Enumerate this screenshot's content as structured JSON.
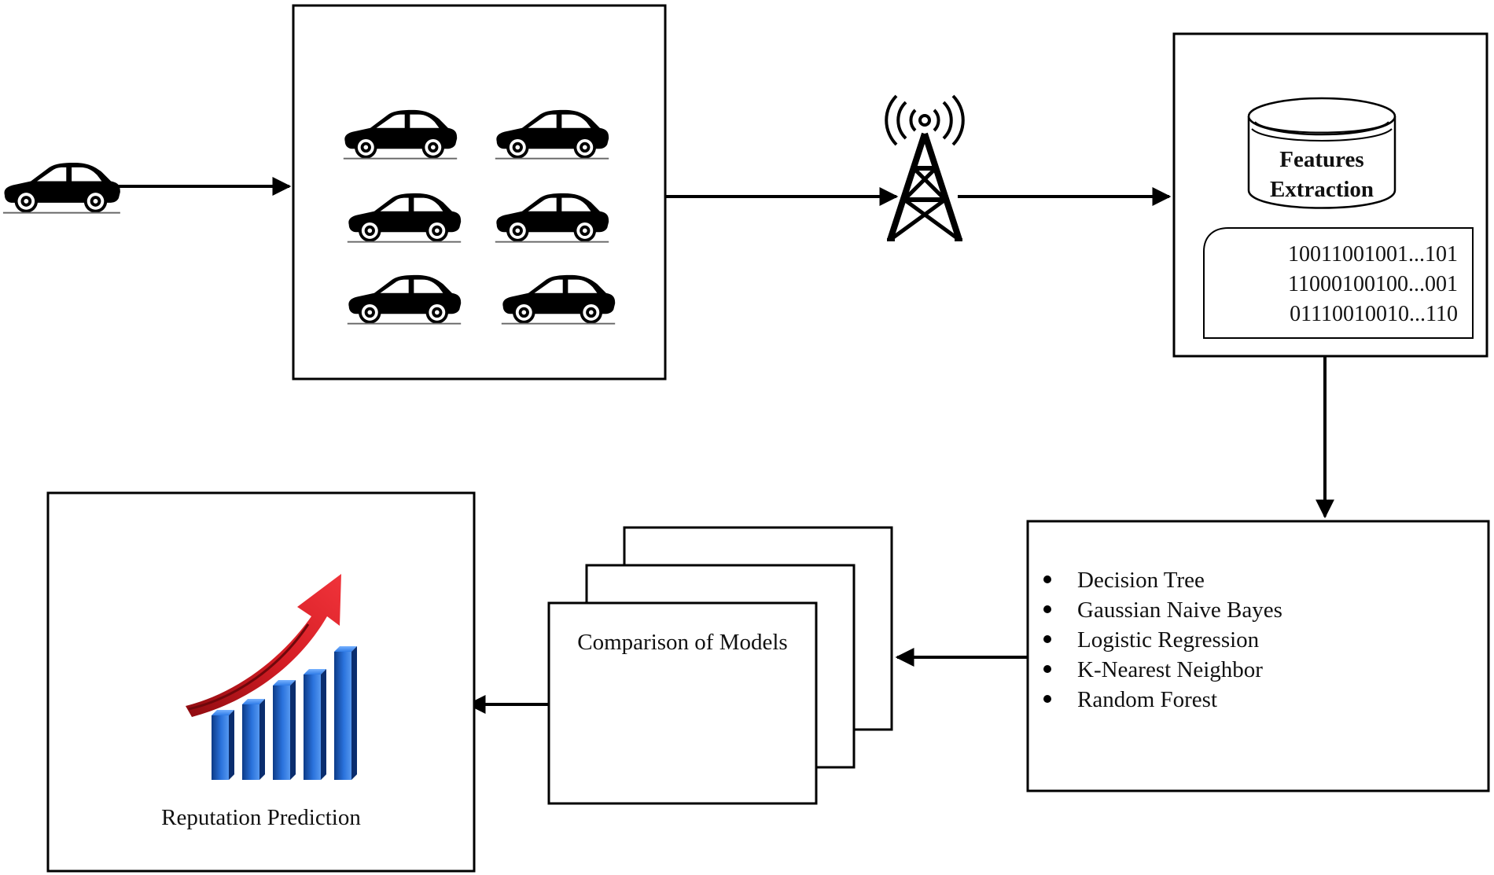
{
  "features": {
    "label_line1": "Features",
    "label_line2": "Extraction",
    "binary_rows": [
      "10011001001...101",
      "11000100100...001",
      "01110010010...110"
    ]
  },
  "models": {
    "items": [
      "Decision Tree",
      "Gaussian Naive Bayes",
      "Logistic Regression",
      "K-Nearest Neighbor",
      "Random Forest"
    ]
  },
  "comparison": {
    "label": "Comparison of Models"
  },
  "prediction": {
    "label": "Reputation Prediction"
  },
  "colors": {
    "arrow_red": "#c8161d",
    "bar_blue": "#1f5fc8"
  },
  "icons": {
    "vehicle": "car-icon",
    "tower": "antenna-tower-icon",
    "storage": "database-cylinder-icon",
    "growth": "growth-chart-icon"
  }
}
